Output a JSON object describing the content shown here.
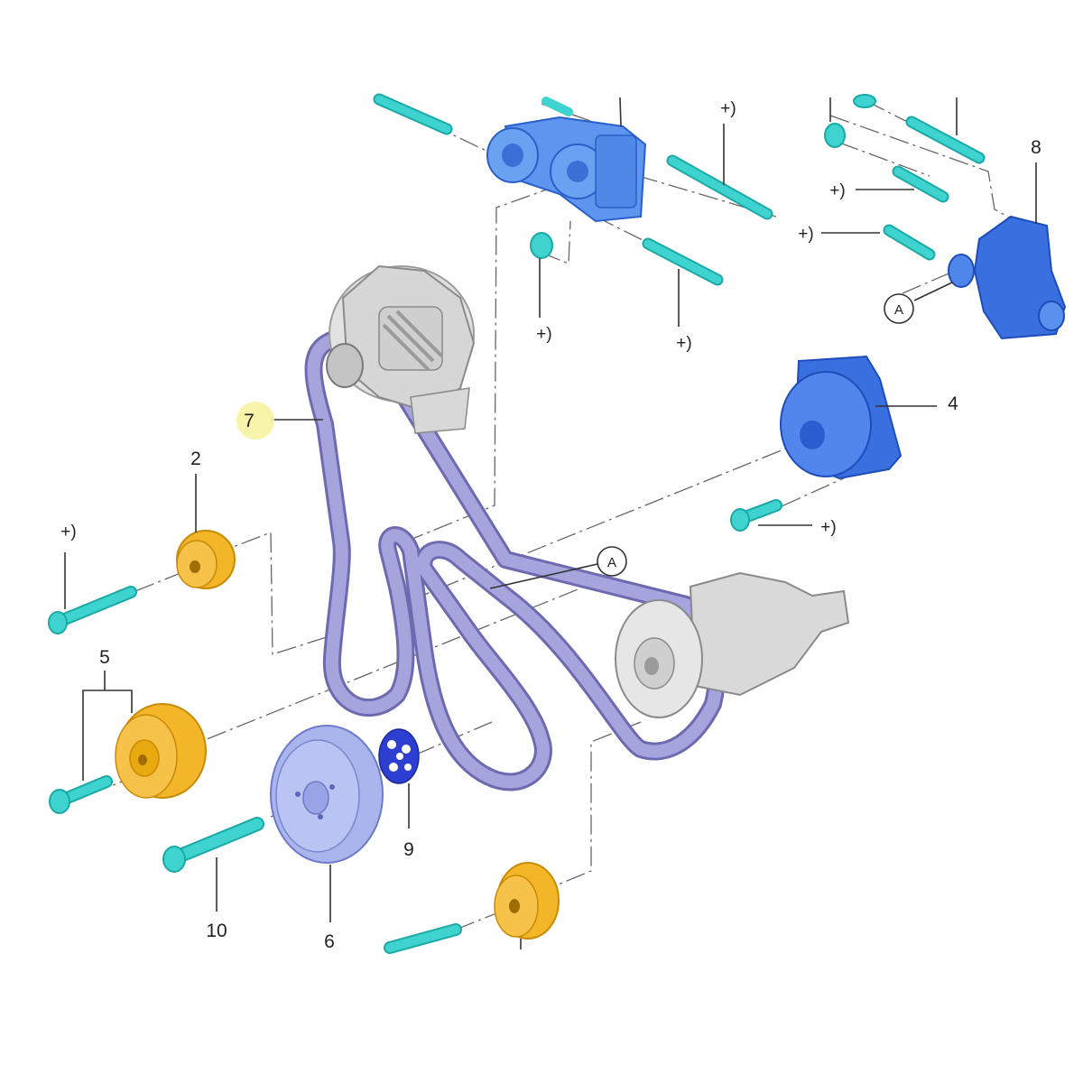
{
  "colors": {
    "bolt": "#3fd3cf",
    "bolt_dark": "#1aa9a6",
    "blue_part": "#4d86e8",
    "blue_part_dark": "#2a5ec9",
    "belt": "#9c9ad6",
    "belt_dark": "#6d6aaf",
    "idler_yellow": "#f2b628",
    "idler_dark": "#c88a07",
    "pulley_lavender": "#a9b6ee",
    "grey_part": "#d4d4d4",
    "highlight": "#f7f3a0",
    "spacer_blue": "#2c3fd0"
  },
  "callouts": {
    "c2": "2",
    "c4": "4",
    "c5": "5",
    "c6": "6",
    "c7": "7",
    "c8": "8",
    "c9": "9",
    "c10": "10"
  },
  "plus_marker": "+)",
  "reference_letter": "A",
  "highlighted_callout": "7"
}
